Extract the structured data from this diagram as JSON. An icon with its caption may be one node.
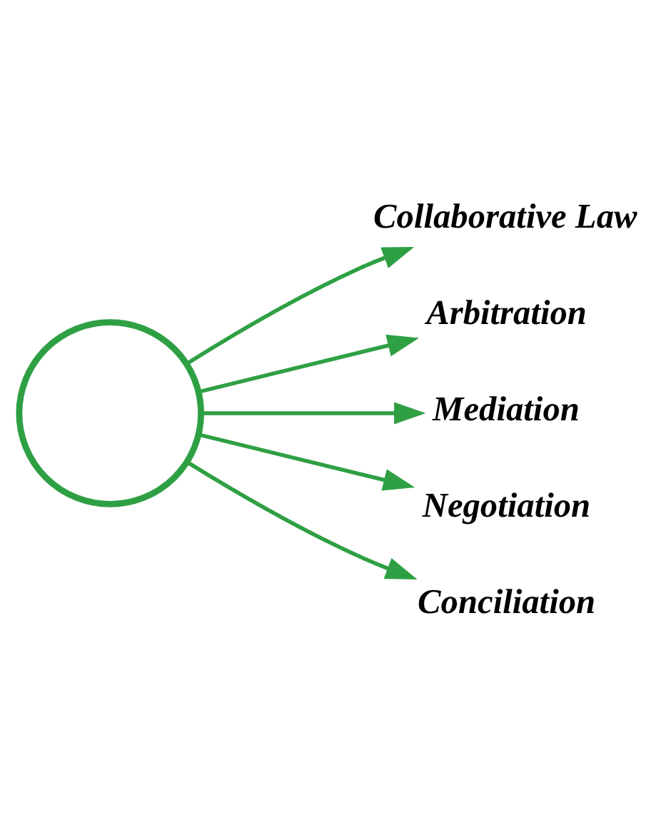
{
  "diagram": {
    "nodes": [
      {
        "text": [],
        "shape": "circle"
      },
      {
        "text": [
          "Collaborative Law"
        ]
      },
      {
        "text": [
          "Arbitration"
        ]
      },
      {
        "text": [
          "Mediation"
        ]
      },
      {
        "text": [
          "Negotiation"
        ]
      },
      {
        "text": [
          "Conciliation"
        ]
      }
    ],
    "edges": [
      {
        "from": 0,
        "to": 1,
        "arrow": "to"
      },
      {
        "from": 0,
        "to": 2,
        "arrow": "to"
      },
      {
        "from": 0,
        "to": 3,
        "arrow": "to"
      },
      {
        "from": 0,
        "to": 4,
        "arrow": "to"
      },
      {
        "from": 0,
        "to": 5,
        "arrow": "to"
      }
    ]
  }
}
